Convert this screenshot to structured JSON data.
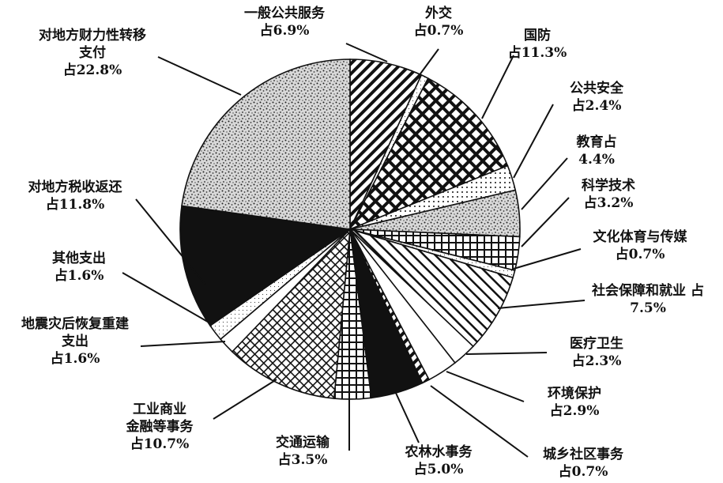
{
  "chart_data": {
    "type": "pie",
    "title": "",
    "slices": [
      {
        "name": "一般公共服务",
        "label_lines": [
          "一般公共服务",
          "占6.9%"
        ],
        "value": 6.9,
        "pattern": "diag"
      },
      {
        "name": "外交",
        "label_lines": [
          "外交",
          "占0.7%"
        ],
        "value": 0.7,
        "pattern": "light"
      },
      {
        "name": "国防",
        "label_lines": [
          "国防",
          "占11.3%"
        ],
        "value": 11.3,
        "pattern": "diamond"
      },
      {
        "name": "公共安全",
        "label_lines": [
          "公共安全",
          "占2.4%"
        ],
        "value": 2.4,
        "pattern": "dots"
      },
      {
        "name": "教育",
        "label_lines": [
          "教育占",
          "4.4%"
        ],
        "value": 4.4,
        "pattern": "stipple"
      },
      {
        "name": "科学技术",
        "label_lines": [
          "科学技术",
          "占3.2%"
        ],
        "value": 3.2,
        "pattern": "grid"
      },
      {
        "name": "文化体育与传媒",
        "label_lines": [
          "文化体育与传媒",
          "占0.7%"
        ],
        "value": 0.7,
        "pattern": "light"
      },
      {
        "name": "社会保障和就业",
        "label_lines": [
          "社会保障和就业  占",
          "7.5%"
        ],
        "value": 7.5,
        "pattern": "diagback"
      },
      {
        "name": "医疗卫生",
        "label_lines": [
          "医疗卫生",
          "占2.3%"
        ],
        "value": 2.3,
        "pattern": "white"
      },
      {
        "name": "环境保护",
        "label_lines": [
          "环境保护",
          "占2.9%"
        ],
        "value": 2.9,
        "pattern": "white"
      },
      {
        "name": "城乡社区事务",
        "label_lines": [
          "城乡社区事务",
          "占0.7%"
        ],
        "value": 0.7,
        "pattern": "diag"
      },
      {
        "name": "农林水事务",
        "label_lines": [
          "农林水事务",
          "占5.0%"
        ],
        "value": 5.0,
        "pattern": "black"
      },
      {
        "name": "交通运输",
        "label_lines": [
          "交通运输",
          "占3.5%"
        ],
        "value": 3.5,
        "pattern": "grid"
      },
      {
        "name": "工业商业金融等事务",
        "label_lines": [
          "工业商业",
          "金融等事务",
          "占10.7%"
        ],
        "value": 10.7,
        "pattern": "crosshatch"
      },
      {
        "name": "地震灾后恢复重建支出",
        "label_lines": [
          "地震灾后恢复重建",
          "支出",
          "占1.6%"
        ],
        "value": 1.6,
        "pattern": "white"
      },
      {
        "name": "其他支出",
        "label_lines": [
          "其他支出",
          "占1.6%"
        ],
        "value": 1.6,
        "pattern": "light"
      },
      {
        "name": "对地方税收返还",
        "label_lines": [
          "对地方税收返还",
          "占11.8%"
        ],
        "value": 11.8,
        "pattern": "black"
      },
      {
        "name": "对地方财力性转移支付",
        "label_lines": [
          "对地方财力性转移",
          "支付",
          "占22.8%"
        ],
        "value": 22.8,
        "pattern": "stipple"
      }
    ]
  }
}
